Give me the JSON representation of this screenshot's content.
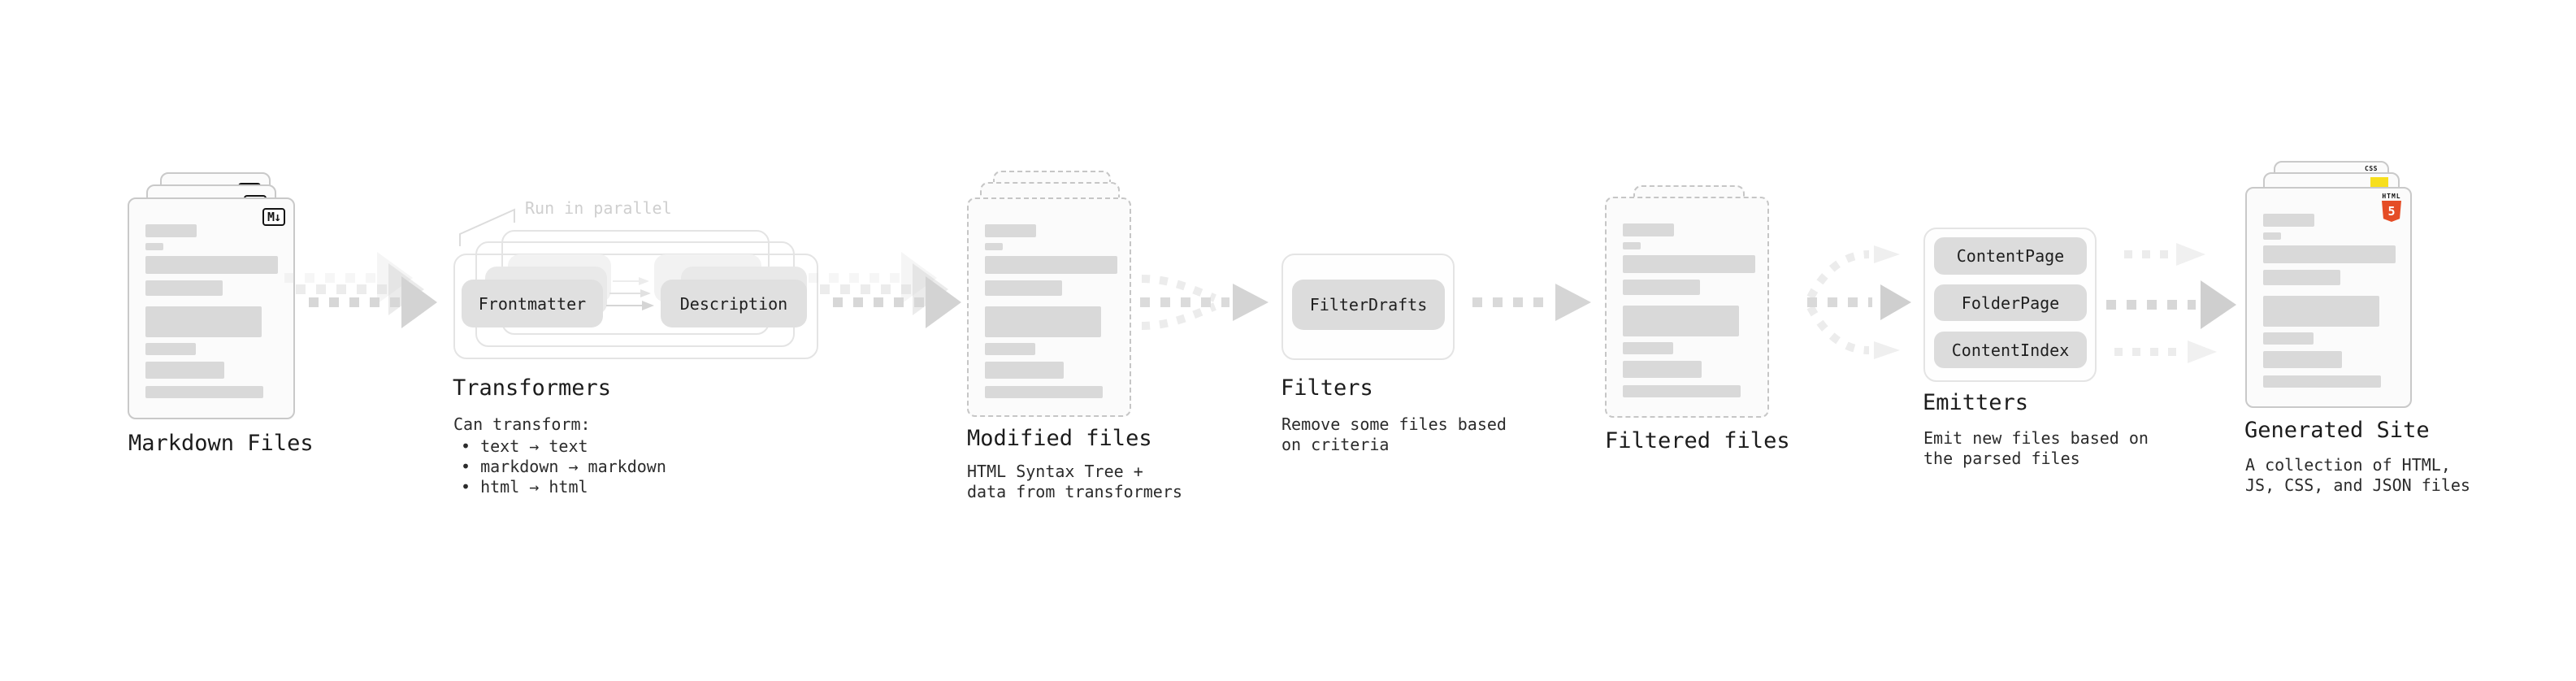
{
  "sections": {
    "markdown_files": {
      "label": "Markdown Files",
      "badge": "M↓"
    },
    "transformers": {
      "label": "Transformers",
      "callout": "Run in parallel",
      "pill_frontmatter": "Frontmatter",
      "pill_description": "Description",
      "note_title": "Can transform:",
      "bullets": [
        "• text → text",
        "• markdown → markdown",
        "• html → html"
      ]
    },
    "modified_files": {
      "label": "Modified files",
      "desc_line1": "HTML Syntax Tree +",
      "desc_line2": "data from transformers"
    },
    "filters": {
      "label": "Filters",
      "pill": "FilterDrafts",
      "desc_line1": "Remove some files based",
      "desc_line2": "on criteria"
    },
    "filtered_files": {
      "label": "Filtered files"
    },
    "emitters": {
      "label": "Emitters",
      "pills": [
        "ContentPage",
        "FolderPage",
        "ContentIndex"
      ],
      "desc_line1": "Emit new files based on",
      "desc_line2": "the parsed files"
    },
    "generated_site": {
      "label": "Generated Site",
      "desc_line1": "A collection of HTML,",
      "desc_line2": "JS, CSS, and JSON files",
      "badge_css": "CSS",
      "badge_html_word": "HTML",
      "badge_html_number": "5"
    }
  },
  "colors": {
    "html5_orange": "#e54d26",
    "js_yellow": "#f7df1e",
    "css_blue": "#2566e8",
    "skeleton_gray": "#d9d9d9",
    "pill_gray": "#dedede",
    "arrow_gray": "#d7d7d7"
  }
}
